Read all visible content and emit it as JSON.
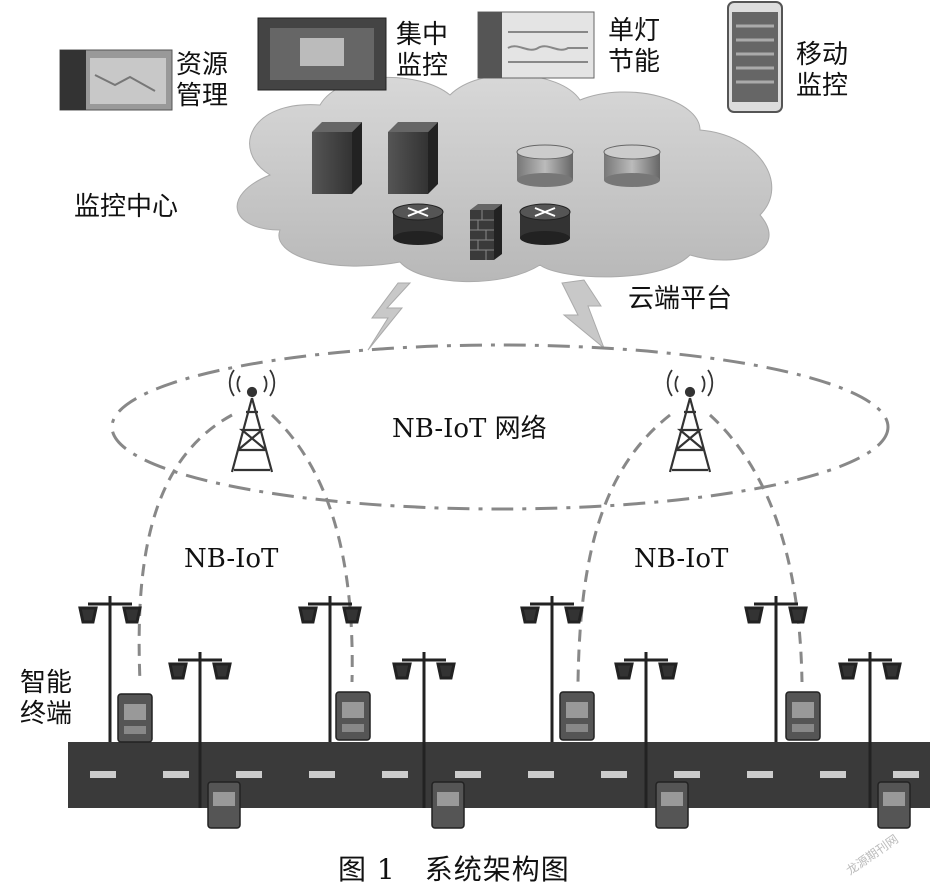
{
  "labels": {
    "resource_mgmt": "资源\n管理",
    "central_monitor": "集中\n监控",
    "single_lamp": "单灯\n节能",
    "mobile_monitor": "移动\n监控",
    "monitor_center": "监控中心",
    "cloud_platform": "云端平台",
    "nbiot_network": "NB-IoT 网络",
    "nbiot_left": "NB-IoT",
    "nbiot_right": "NB-IoT",
    "smart_terminal": "智能\n终端"
  },
  "caption": "图 1　系统架构图",
  "watermark": "龙源期刊网",
  "colors": {
    "cloud": "#cfcfcf",
    "road": "#3a3a3a",
    "dash": "#888888",
    "dark": "#222222"
  }
}
